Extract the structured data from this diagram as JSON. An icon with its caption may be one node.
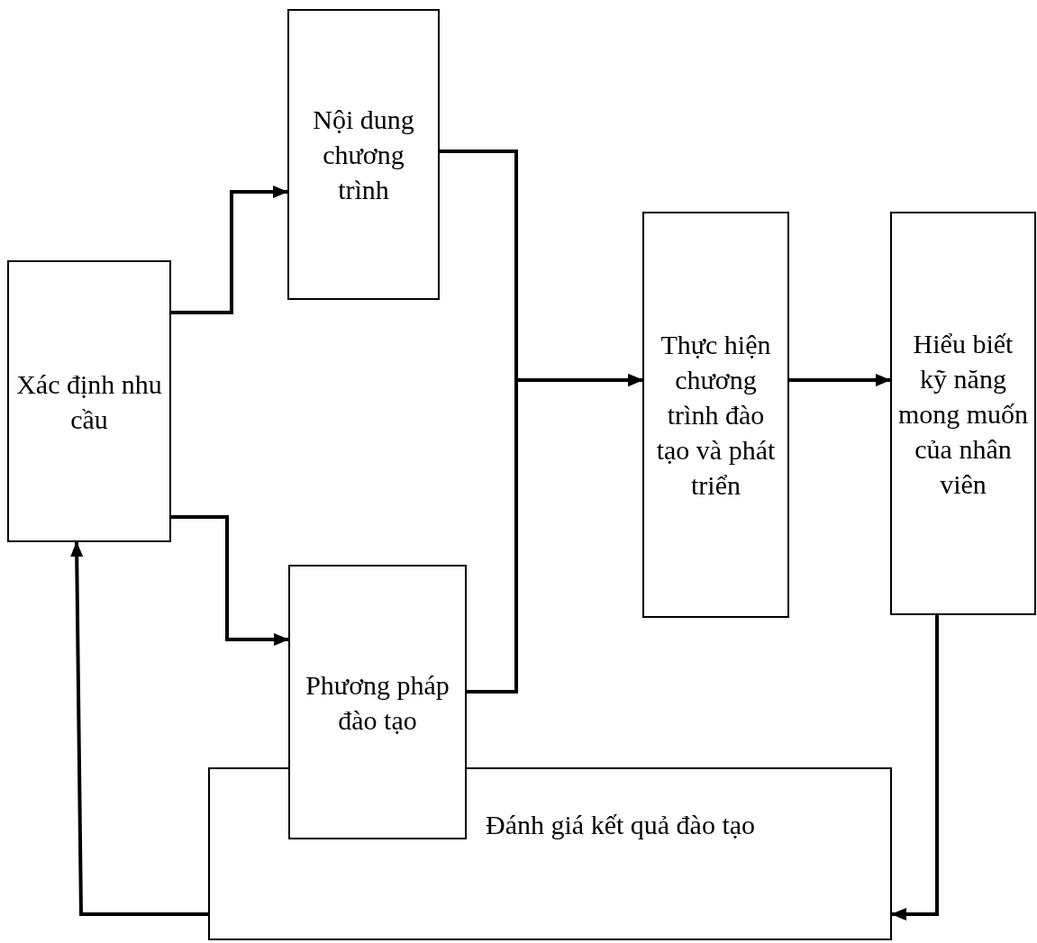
{
  "diagram": {
    "nodes": [
      {
        "text": [
          "Xác định nhu cầu"
        ]
      },
      {
        "text": [
          "Nội dung chương trình"
        ]
      },
      {
        "text": [
          "Phương pháp đào tạo"
        ]
      },
      {
        "text": [
          "Thực hiện chương trình đào tạo và phát triển"
        ]
      },
      {
        "text": [
          "Hiểu biết kỹ năng mong muốn của nhân viên"
        ]
      },
      {
        "text": [
          "Đánh giá kết quả đào tạo"
        ]
      }
    ],
    "edges": [
      {
        "from": 0,
        "to": 1,
        "arrow": "to"
      },
      {
        "from": 0,
        "to": 2,
        "arrow": "to"
      },
      {
        "from": 1,
        "to": 3,
        "arrow": "to"
      },
      {
        "from": 2,
        "to": 3,
        "arrow": "to"
      },
      {
        "from": 3,
        "to": 4,
        "arrow": "to"
      },
      {
        "from": 4,
        "to": 5,
        "arrow": "to"
      },
      {
        "from": 5,
        "to": 0,
        "arrow": "to"
      }
    ]
  }
}
